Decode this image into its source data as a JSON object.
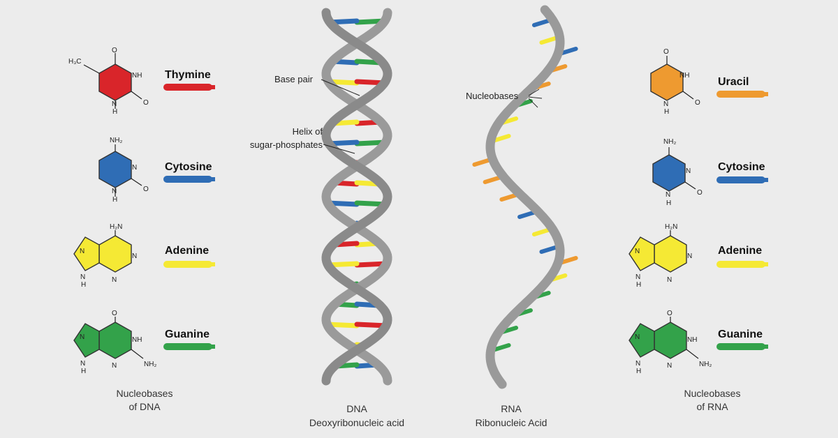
{
  "colors": {
    "thymine": "#d9252a",
    "cytosine": "#2f6db5",
    "adenine": "#f5e934",
    "guanine": "#33a24a",
    "uracil": "#ee9a30",
    "backbone": "#9a9a9a",
    "background": "#ececec"
  },
  "dna_bases": [
    {
      "name": "Thymine",
      "color_key": "thymine"
    },
    {
      "name": "Cytosine",
      "color_key": "cytosine"
    },
    {
      "name": "Adenine",
      "color_key": "adenine"
    },
    {
      "name": "Guanine",
      "color_key": "guanine"
    }
  ],
  "rna_bases": [
    {
      "name": "Uracil",
      "color_key": "uracil"
    },
    {
      "name": "Cytosine",
      "color_key": "cytosine"
    },
    {
      "name": "Adenine",
      "color_key": "adenine"
    },
    {
      "name": "Guanine",
      "color_key": "guanine"
    }
  ],
  "atoms": {
    "o": "O",
    "nh": "NH",
    "n": "N",
    "h": "H",
    "nh2": "NH₂",
    "h2n": "H₂N",
    "h3c": "H₃C"
  },
  "captions": {
    "dna_bases_line1": "Nucleobases",
    "dna_bases_line2": "of DNA",
    "rna_bases_line1": "Nucleobases",
    "rna_bases_line2": "of RNA",
    "dna_line1": "DNA",
    "dna_line2": "Deoxyribonucleic acid",
    "rna_line1": "RNA",
    "rna_line2": "Ribonucleic Acid"
  },
  "annotations": {
    "base_pair": "Base pair",
    "helix_line1": "Helix of",
    "helix_line2": "sugar-phosphates",
    "nucleobases": "Nucleobases"
  }
}
